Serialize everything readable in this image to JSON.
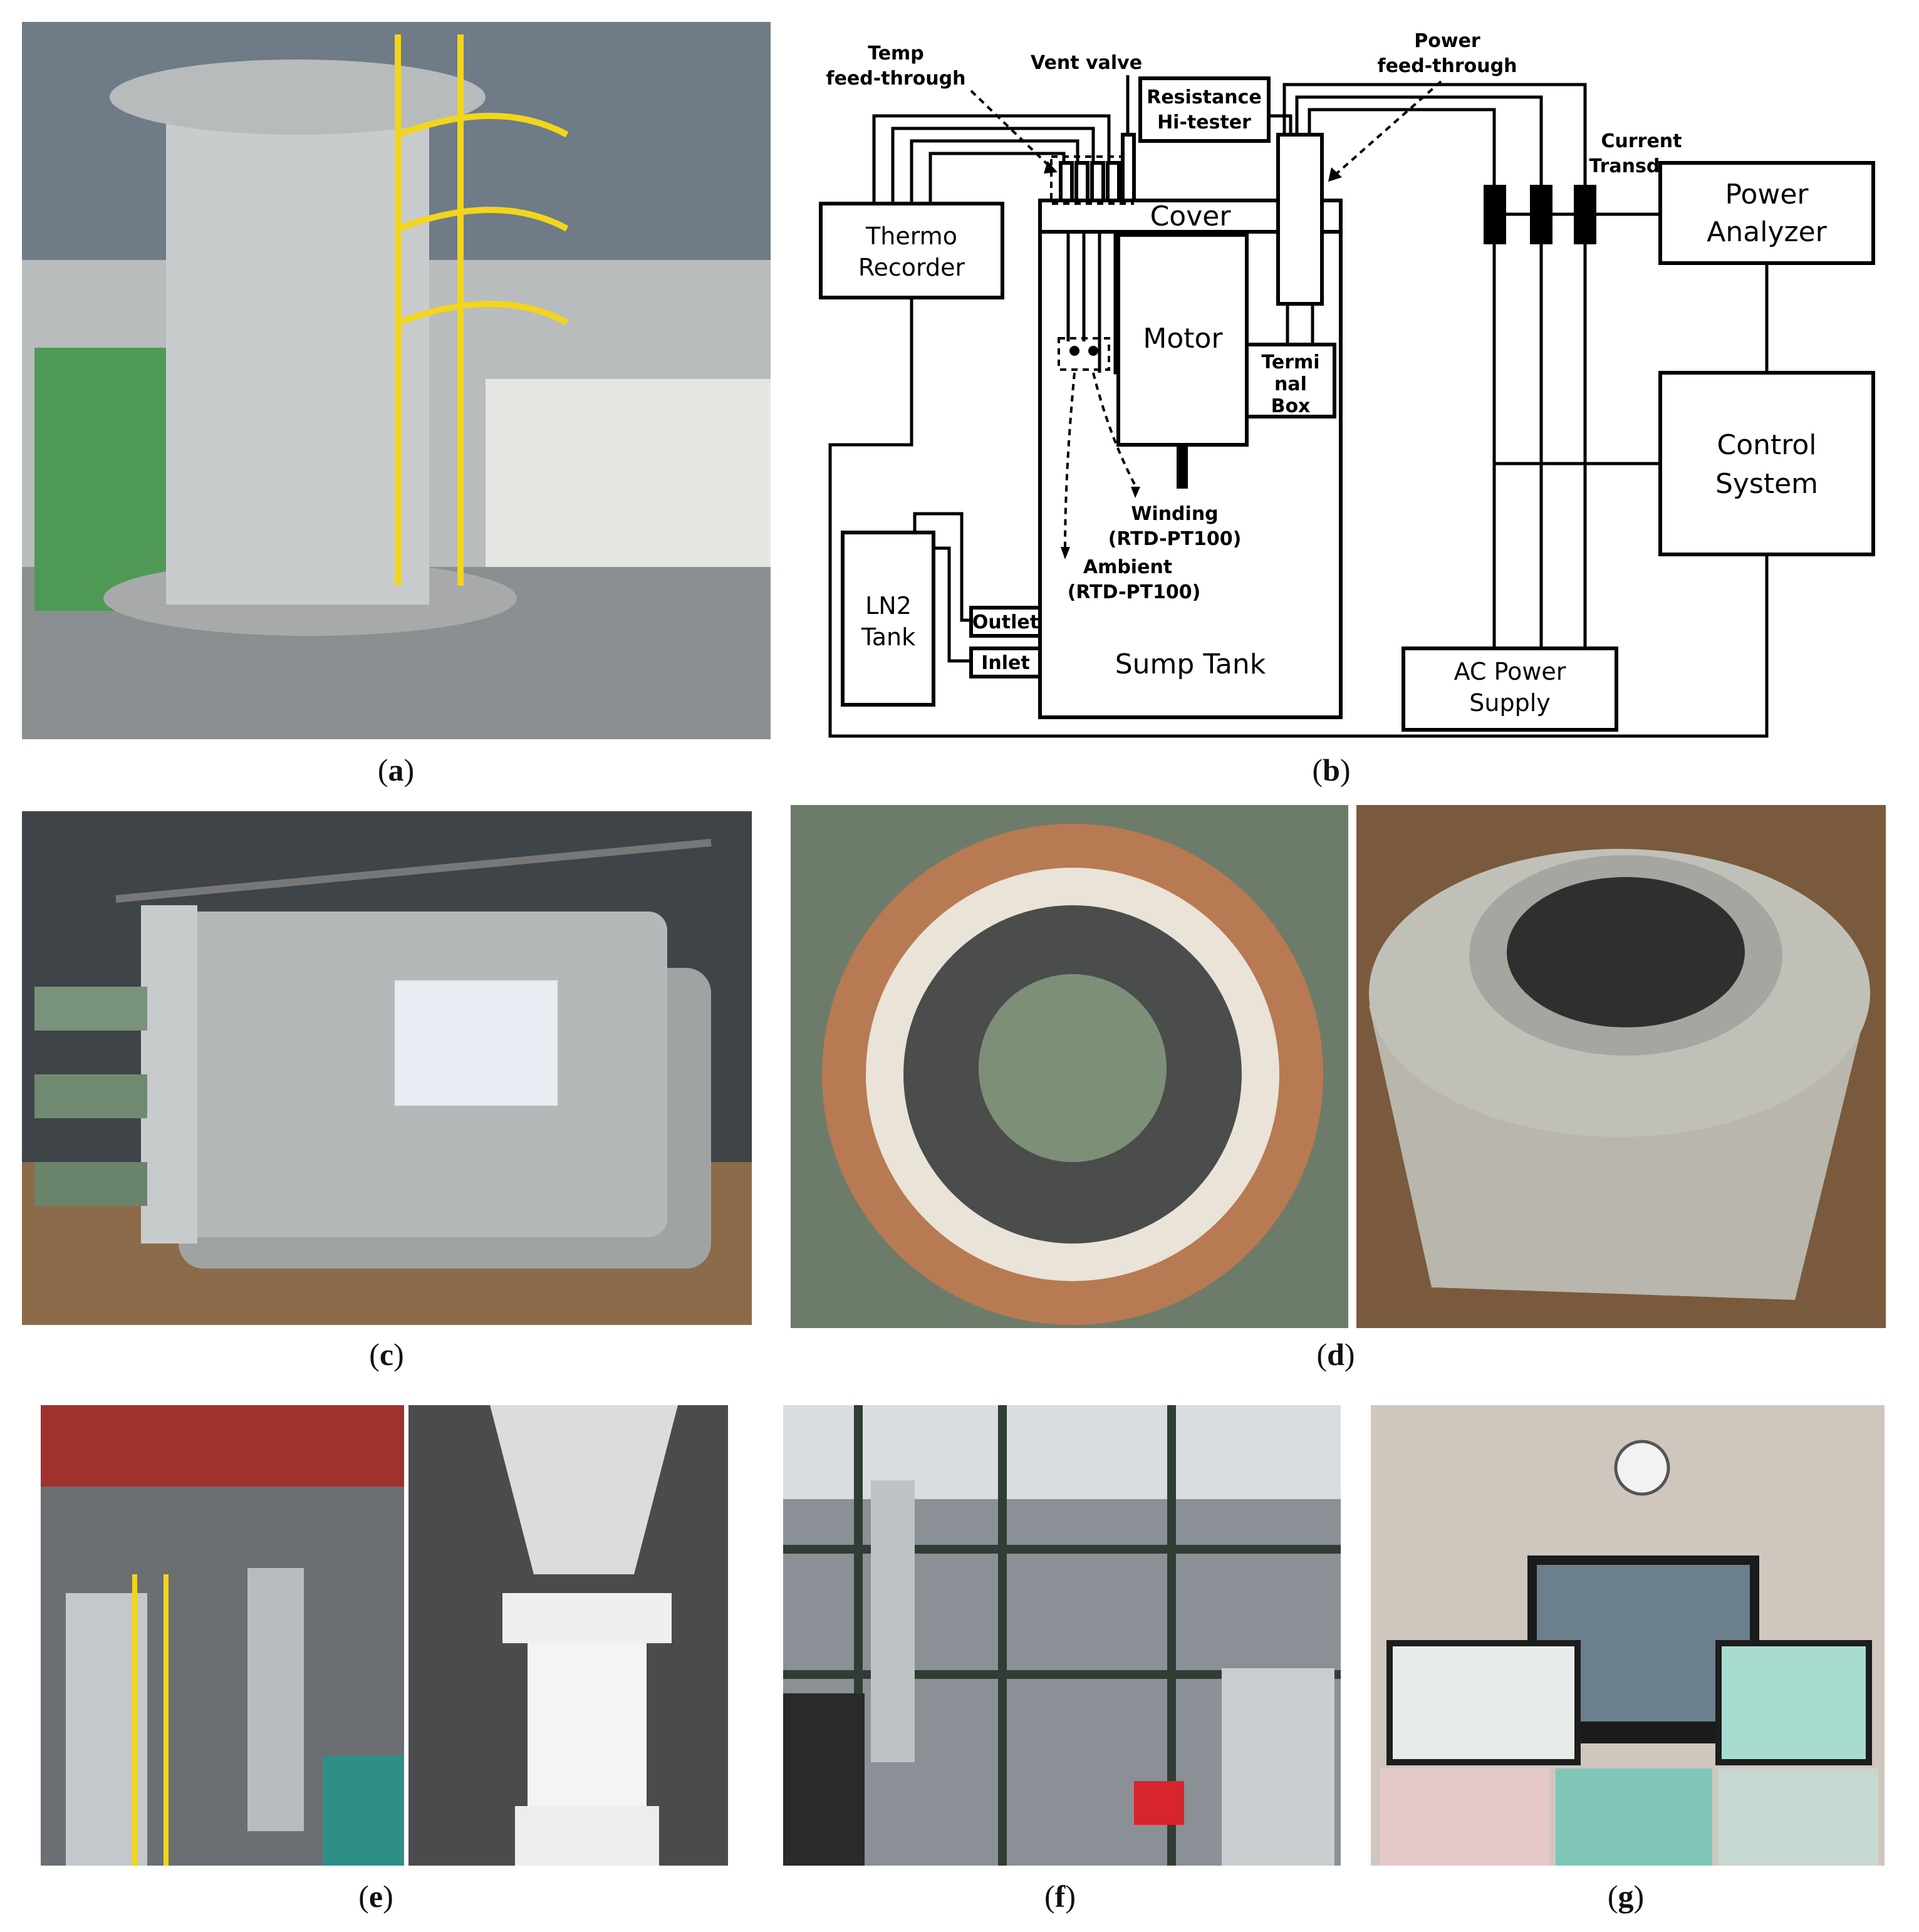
{
  "captions": {
    "a": "a",
    "b": "b",
    "c": "c",
    "d": "d",
    "e": "e",
    "f": "f",
    "g": "g"
  },
  "diagram": {
    "temp_feedthrough": [
      "Temp",
      "feed-through"
    ],
    "vent_valve": "Vent valve",
    "resistance": [
      "Resistance",
      "Hi-tester"
    ],
    "power_feedthrough": [
      "Power",
      "feed-through"
    ],
    "current_transducer": [
      "Current",
      "Transducer"
    ],
    "power_analyzer": [
      "Power",
      "Analyzer"
    ],
    "thermo_recorder": [
      "Thermo",
      "Recorder"
    ],
    "cover": "Cover",
    "motor": "Motor",
    "terminal_box": [
      "Termi",
      "nal",
      "Box"
    ],
    "control_system": [
      "Control",
      "System"
    ],
    "winding": [
      "Winding",
      "(RTD-PT100)"
    ],
    "ambient": [
      "Ambient",
      "(RTD-PT100)"
    ],
    "ln2_tank": [
      "LN2",
      "Tank"
    ],
    "outlet": "Outlet",
    "inlet": "Inlet",
    "sump_tank": "Sump Tank",
    "ac_power_supply": [
      "AC Power",
      "Supply"
    ]
  }
}
